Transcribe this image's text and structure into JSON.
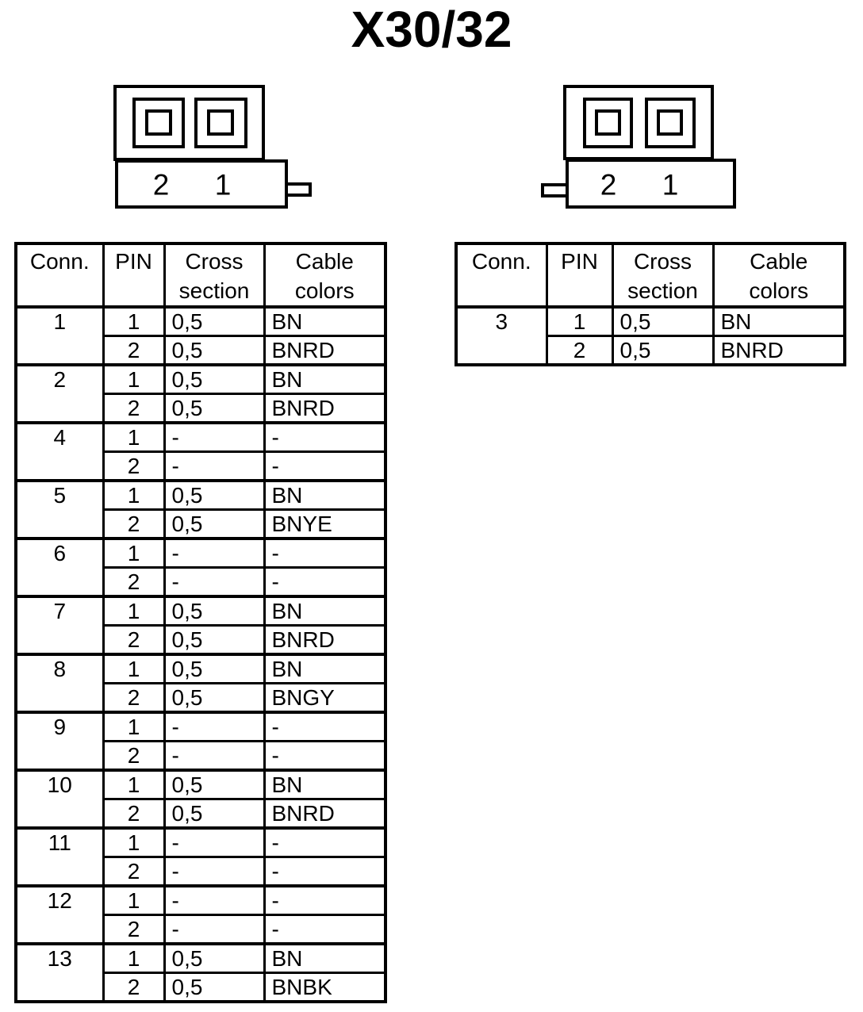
{
  "title": "X30/32",
  "colors": {
    "ink": "#000000",
    "paper": "#ffffff"
  },
  "connector_left": {
    "pin_labels": [
      "2",
      "1"
    ]
  },
  "connector_right": {
    "pin_labels": [
      "2",
      "1"
    ]
  },
  "table_headers": {
    "conn": "Conn.",
    "pin": "PIN",
    "cross": "Cross\nsection",
    "cable": "Cable\ncolors"
  },
  "left_table": {
    "groups": [
      {
        "conn": "1",
        "pins": [
          {
            "pin": "1",
            "cross": "0,5",
            "cable": "BN"
          },
          {
            "pin": "2",
            "cross": "0,5",
            "cable": "BNRD"
          }
        ]
      },
      {
        "conn": "2",
        "pins": [
          {
            "pin": "1",
            "cross": "0,5",
            "cable": "BN"
          },
          {
            "pin": "2",
            "cross": "0,5",
            "cable": "BNRD"
          }
        ]
      },
      {
        "conn": "4",
        "pins": [
          {
            "pin": "1",
            "cross": "-",
            "cable": "-"
          },
          {
            "pin": "2",
            "cross": "-",
            "cable": "-"
          }
        ]
      },
      {
        "conn": "5",
        "pins": [
          {
            "pin": "1",
            "cross": "0,5",
            "cable": "BN"
          },
          {
            "pin": "2",
            "cross": "0,5",
            "cable": "BNYE"
          }
        ]
      },
      {
        "conn": "6",
        "pins": [
          {
            "pin": "1",
            "cross": "-",
            "cable": "-"
          },
          {
            "pin": "2",
            "cross": "-",
            "cable": "-"
          }
        ]
      },
      {
        "conn": "7",
        "pins": [
          {
            "pin": "1",
            "cross": "0,5",
            "cable": "BN"
          },
          {
            "pin": "2",
            "cross": "0,5",
            "cable": "BNRD"
          }
        ]
      },
      {
        "conn": "8",
        "pins": [
          {
            "pin": "1",
            "cross": "0,5",
            "cable": "BN"
          },
          {
            "pin": "2",
            "cross": "0,5",
            "cable": "BNGY"
          }
        ]
      },
      {
        "conn": "9",
        "pins": [
          {
            "pin": "1",
            "cross": "-",
            "cable": "-"
          },
          {
            "pin": "2",
            "cross": "-",
            "cable": "-"
          }
        ]
      },
      {
        "conn": "10",
        "pins": [
          {
            "pin": "1",
            "cross": "0,5",
            "cable": "BN"
          },
          {
            "pin": "2",
            "cross": "0,5",
            "cable": "BNRD"
          }
        ]
      },
      {
        "conn": "11",
        "pins": [
          {
            "pin": "1",
            "cross": "-",
            "cable": "-"
          },
          {
            "pin": "2",
            "cross": "-",
            "cable": "-"
          }
        ]
      },
      {
        "conn": "12",
        "pins": [
          {
            "pin": "1",
            "cross": "-",
            "cable": "-"
          },
          {
            "pin": "2",
            "cross": "-",
            "cable": "-"
          }
        ]
      },
      {
        "conn": "13",
        "pins": [
          {
            "pin": "1",
            "cross": "0,5",
            "cable": "BN"
          },
          {
            "pin": "2",
            "cross": "0,5",
            "cable": "BNBK"
          }
        ]
      }
    ]
  },
  "right_table": {
    "groups": [
      {
        "conn": "3",
        "pins": [
          {
            "pin": "1",
            "cross": "0,5",
            "cable": "BN"
          },
          {
            "pin": "2",
            "cross": "0,5",
            "cable": "BNRD"
          }
        ]
      }
    ]
  }
}
